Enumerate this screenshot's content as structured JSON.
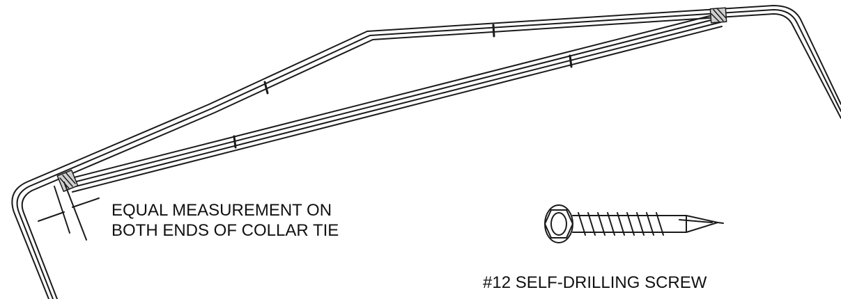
{
  "colors": {
    "line": "#1a1a1a",
    "background": "#ffffff",
    "text": "#111111"
  },
  "icons": {
    "screw": "hex-washer-head-self-drilling-screw-icon"
  },
  "labels": {
    "measure_line1": "EQUAL MEASUREMENT ON",
    "measure_line2": "BOTH ENDS OF COLLAR TIE",
    "screw": "#12 SELF-DRILLING SCREW"
  }
}
